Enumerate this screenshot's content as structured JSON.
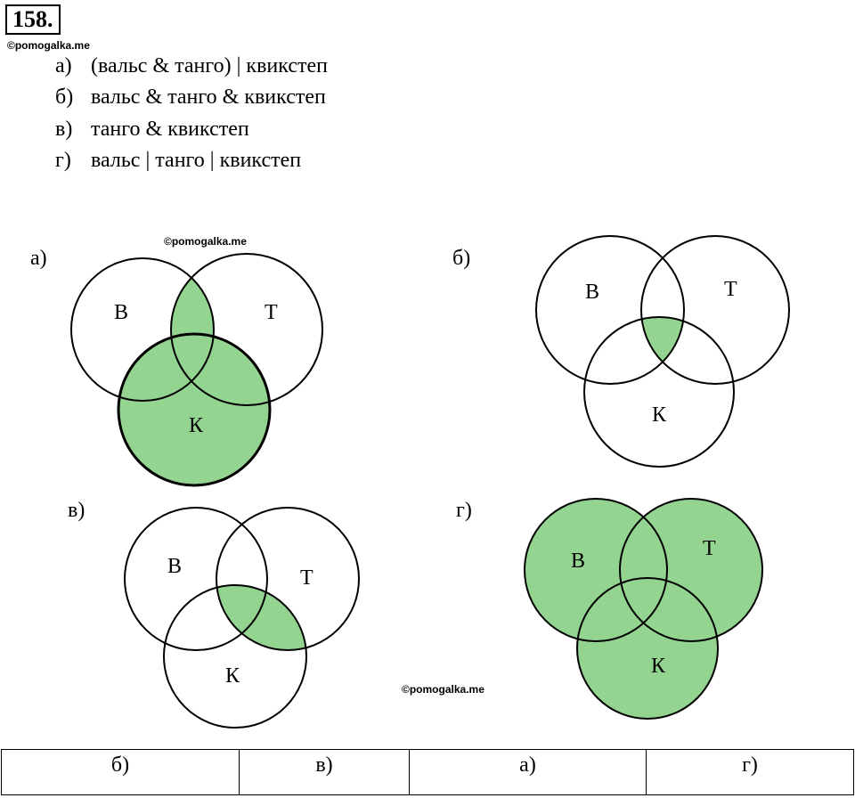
{
  "task_number": "158.",
  "watermarks": [
    "©pomogalka.me",
    "©pomogalka.me",
    "©pomogalka.me"
  ],
  "expressions": [
    {
      "label": "а)",
      "text": "(вальс & танго) | квикстеп"
    },
    {
      "label": "б)",
      "text": "вальс & танго & квикстеп"
    },
    {
      "label": "в)",
      "text": "танго & квикстеп"
    },
    {
      "label": "г)",
      "text": "вальс | танго | квикстеп"
    }
  ],
  "diagrams": [
    {
      "label": "а)",
      "set_labels": [
        "В",
        "Т",
        "К"
      ],
      "shaded": "(В&Т)|К"
    },
    {
      "label": "б)",
      "set_labels": [
        "В",
        "Т",
        "К"
      ],
      "shaded": "В&Т&К"
    },
    {
      "label": "в)",
      "set_labels": [
        "В",
        "Т",
        "К"
      ],
      "shaded": "Т&К"
    },
    {
      "label": "г)",
      "set_labels": [
        "В",
        "Т",
        "К"
      ],
      "shaded": "В|Т|К"
    }
  ],
  "fill_color": "#93d490",
  "answer_row": [
    "б)",
    "в)",
    "а)",
    "г)"
  ]
}
